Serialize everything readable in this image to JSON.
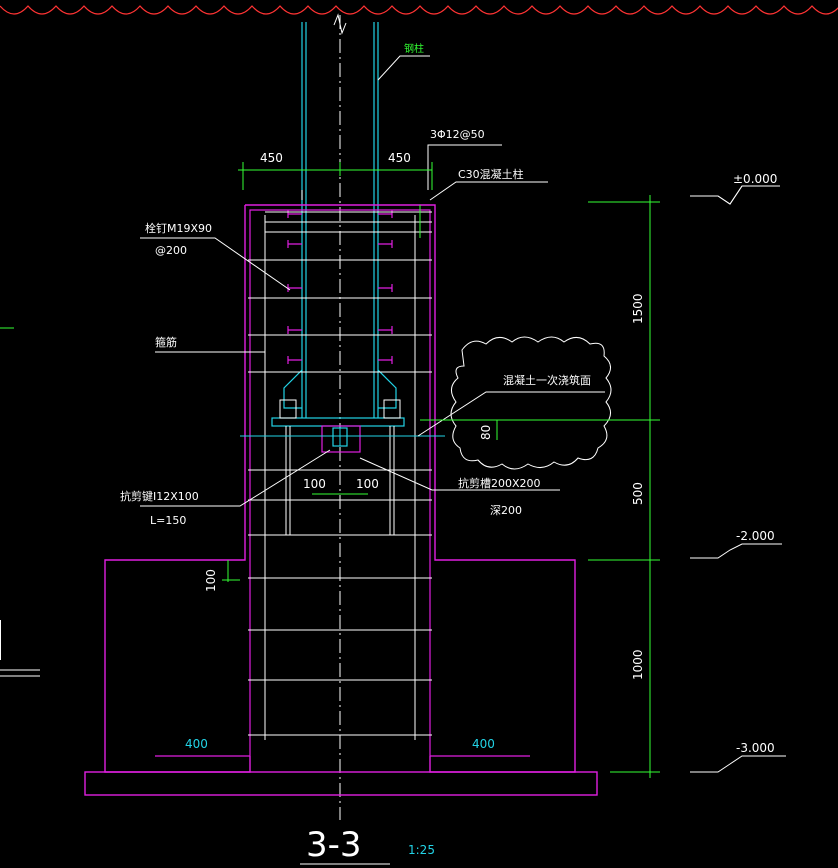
{
  "section": {
    "title": "3-3",
    "scale": "1:25"
  },
  "dimensions": {
    "top_left": "450",
    "top_right": "450",
    "gap": "80",
    "bolt_spacing_left": "100",
    "bolt_spacing_right": "100",
    "step": "100",
    "base_left": "400",
    "base_right": "400",
    "height_upper": "1500",
    "height_middle": "500",
    "height_lower": "1000"
  },
  "elevations": {
    "top": "±0.000",
    "middle": "-2.000",
    "bottom": "-3.000"
  },
  "labels": {
    "steel_column": "钢柱",
    "rebar": "3Φ12@50",
    "concrete": "C30混凝土柱",
    "studs": "栓钉M19X90",
    "studs_spacing": "@200",
    "stirrup": "箍筋",
    "pour_joint": "混凝土一次浇筑面",
    "shear_key": "抗剪键I12X100",
    "shear_key_length": "L=150",
    "shear_slot": "抗剪槽200X200",
    "shear_slot_depth": "深200"
  },
  "colors": {
    "background": "#000000",
    "concrete_outline": "#e01fe0",
    "steel": "#22d3e6",
    "dimension": "#33ff33",
    "text": "#ffffff",
    "cloud": "#ff3333"
  }
}
